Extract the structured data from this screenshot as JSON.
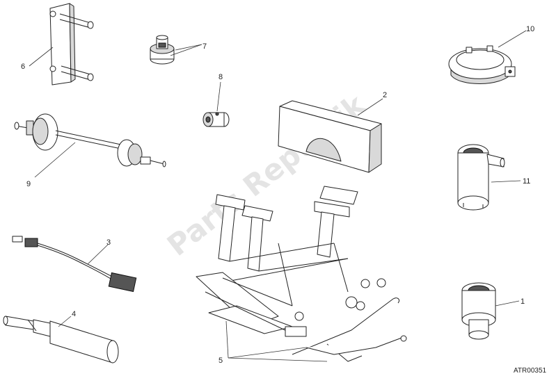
{
  "callouts": {
    "c1": "1",
    "c2": "2",
    "c3": "3",
    "c4": "4",
    "c5": "5",
    "c6": "6",
    "c7": "7",
    "c8": "8",
    "c9": "9",
    "c10": "10",
    "c11": "11"
  },
  "drawing_code": "ATR00351",
  "watermark": "Parts Republik",
  "colors": {
    "line": "#222222",
    "fill": "#ffffff",
    "shade": "#d9d9d9",
    "watermark": "#cfcfcf"
  }
}
